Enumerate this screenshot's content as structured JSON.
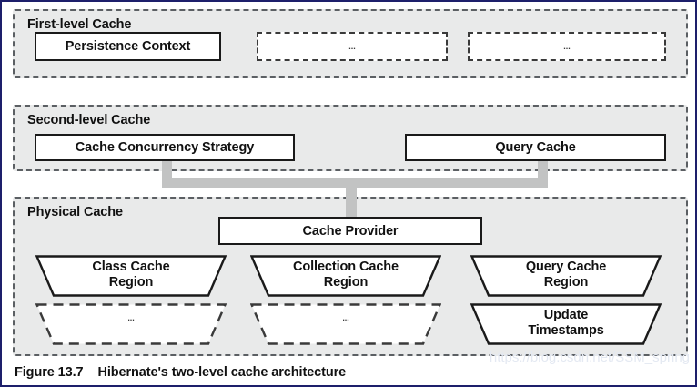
{
  "figure": {
    "caption_number": "Figure 13.7",
    "caption_text": "Hibernate's two-level cache architecture",
    "watermark": "https://blog.csdn.net/SSM_spring",
    "colors": {
      "frame_border": "#1d1f6b",
      "zone_fill": "#e9eaea",
      "zone_border": "#5b5f63",
      "node_fill": "#ffffff",
      "node_border": "#1a1a1a",
      "connector": "#c2c3c3",
      "watermark": "#e4e9f2"
    }
  },
  "zones": {
    "first_level": {
      "title": "First-level Cache",
      "nodes": [
        {
          "label": "Persistence Context",
          "style": "solid"
        },
        {
          "label": "...",
          "style": "dashed"
        },
        {
          "label": "...",
          "style": "dashed"
        }
      ]
    },
    "second_level": {
      "title": "Second-level Cache",
      "nodes": [
        {
          "label": "Cache Concurrency Strategy",
          "style": "solid"
        },
        {
          "label": "Query Cache",
          "style": "solid"
        }
      ]
    },
    "physical": {
      "title": "Physical Cache",
      "provider": {
        "label": "Cache Provider",
        "style": "solid"
      },
      "regions": [
        {
          "line1": "Class Cache",
          "line2": "Region",
          "style": "solid"
        },
        {
          "line1": "Collection Cache",
          "line2": "Region",
          "style": "solid"
        },
        {
          "line1": "Query Cache",
          "line2": "Region",
          "style": "solid"
        },
        {
          "line1": "...",
          "line2": "",
          "style": "dashed"
        },
        {
          "line1": "...",
          "line2": "",
          "style": "dashed"
        },
        {
          "line1": "Update",
          "line2": "Timestamps",
          "style": "solid"
        }
      ]
    }
  }
}
